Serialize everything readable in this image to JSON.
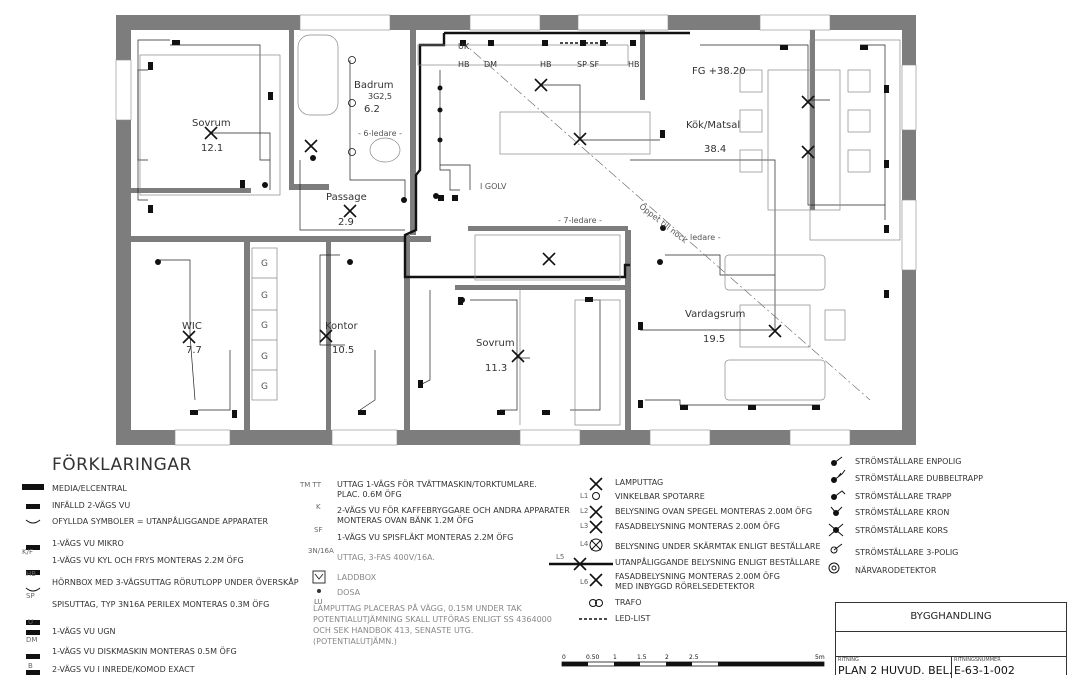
{
  "rooms": [
    {
      "name": "Sovrum",
      "area": "12.1"
    },
    {
      "name": "Badrum",
      "area": "6.2",
      "extra": "3G2,5"
    },
    {
      "name": "Passage",
      "area": "2.9"
    },
    {
      "name": "Kök/Matsal",
      "area": "38.4",
      "extra": "FG +38.20"
    },
    {
      "name": "WIC",
      "area": "7.7"
    },
    {
      "name": "Kontor",
      "area": "10.5"
    },
    {
      "name": "Sovrum",
      "area": "11.3"
    },
    {
      "name": "Vardagsrum",
      "area": "19.5"
    }
  ],
  "wire_notes": [
    "- 6-ledare -",
    "- 7-ledare -",
    "ledare -",
    "I GOLV",
    "Öppet till nock"
  ],
  "appliance_tags": [
    "HB",
    "DM",
    "HB",
    "SP SF",
    "HB",
    "UK",
    "LU",
    "TM TT"
  ],
  "legend": {
    "title": "FÖRKLARINGAR",
    "col1": [
      {
        "sym": "",
        "text": "MEDIA/ELCENTRAL"
      },
      {
        "sym": "",
        "text": "INFÄLLD 2-VÄGS VU"
      },
      {
        "sym": "",
        "text": "OFYLLDA SYMBOLER = UTANPÅLIGGANDE APPARATER"
      },
      {
        "sym": "M",
        "text": "1-VÄGS VU MIKRO"
      },
      {
        "sym": "K/F",
        "text": "1-VÄGS VU KYL OCH FRYS MONTERAS 2.2M ÖFG"
      },
      {
        "sym": "HB",
        "text": "HÖRNBOX MED 3-VÄGSUTTAG RÖRUTLOPP UNDER ÖVERSKÅP"
      },
      {
        "sym": "SP",
        "text": "SPISUTTAG, TYP 3N16A PERILEX MONTERAS 0.3M ÖFG"
      },
      {
        "sym": "U",
        "text": "1-VÄGS VU UGN"
      },
      {
        "sym": "DM",
        "text": "1-VÄGS VU DISKMASKIN MONTERAS 0.5M ÖFG"
      },
      {
        "sym": "B",
        "text": "2-VÄGS VU  I INREDE/KOMOD EXACT"
      }
    ],
    "col2": [
      {
        "sym": "TM TT",
        "text": "UTTAG 1-VÄGS FÖR TVÄTTMASKIN/TORKTUMLARE. PLAC. 0.6M ÖFG",
        "grey": false
      },
      {
        "sym": "K",
        "text": "2-VÄGS VU FÖR KAFFEBRYGGARE OCH ANDRA APPARATER MONTERAS OVAN BÄNK 1.2M ÖFG",
        "grey": false
      },
      {
        "sym": "SF",
        "text": "1-VÄGS VU SPISFLÄKT MONTERAS 2.2M ÖFG",
        "grey": false
      },
      {
        "sym": "3N/16A",
        "text": "UTTAG, 3-FAS 400V/16A.",
        "grey": true
      },
      {
        "sym": "",
        "text": "LADDBOX",
        "grey": true
      },
      {
        "sym": "",
        "text": "DOSA",
        "grey": true
      },
      {
        "sym": "LU",
        "text": "LAMPUTTAG PLACERAS PÅ VÄGG, 0.15M UNDER TAK POTENTIALUTJÄMNING SKALL UTFÖRAS ENLIGT SS 4364000 OCH SEK HANDBOK 413, SENASTE UTG. (POTENTIALUTJÄMN.)",
        "grey": true
      }
    ],
    "col3": [
      {
        "sym": "",
        "text": "LAMPUTTAG"
      },
      {
        "sym": "L1",
        "text": "VINKELBAR SPOTARRE"
      },
      {
        "sym": "L2",
        "text": "BELYSNING OVAN SPEGEL MONTERAS 2.00M ÖFG"
      },
      {
        "sym": "L3",
        "text": "FASADBELYSNING MONTERAS 2.00M ÖFG"
      },
      {
        "sym": "L4",
        "text": "BELYSNING UNDER SKÄRMTAK ENLIGT BESTÄLLARE"
      },
      {
        "sym": "L5",
        "text": "UTANPÅLIGGANDE BELYSNING ENLIGT BESTÄLLARE"
      },
      {
        "sym": "L6",
        "text": "FASADBELYSNING MONTERAS 2.00M ÖFG MED INBYGGD RÖRELSEDETEKTOR"
      },
      {
        "sym": "",
        "text": "TRAFO"
      },
      {
        "sym": "",
        "text": "LED-LIST"
      }
    ],
    "col4": [
      {
        "text": "STRÖMSTÄLLARE ENPOLIG"
      },
      {
        "text": "STRÖMSTÄLLARE DUBBELTRAPP"
      },
      {
        "text": "STRÖMSTÄLLARE TRAPP"
      },
      {
        "text": "STRÖMSTÄLLARE KRON"
      },
      {
        "text": "STRÖMSTÄLLARE KORS"
      },
      {
        "text": "STRÖMSTÄLLARE 3-POLIG"
      },
      {
        "text": "NÄRVARODETEKTOR"
      }
    ]
  },
  "scale_bar": {
    "ticks": [
      "0",
      "0.50",
      "1",
      "1.5",
      "2",
      "2.5",
      "5m"
    ]
  },
  "title_block": {
    "status": "BYGGHANDLING",
    "ritning_label": "RITNING",
    "ritning": "PLAN 2 HUVUD. BEL.",
    "nummer_label": "RITNINGSNUMMER",
    "nummer": "E-63-1-002"
  }
}
